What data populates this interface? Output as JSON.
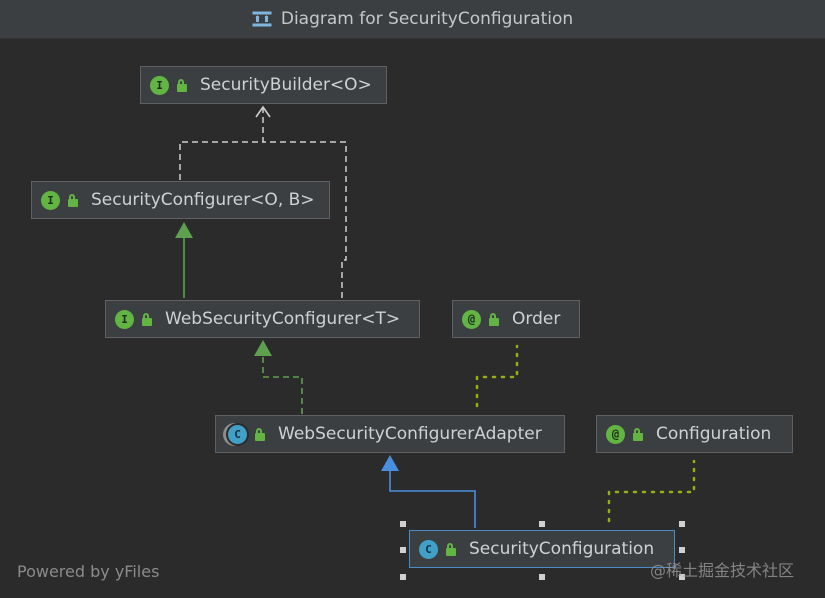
{
  "window": {
    "title": "Diagram for SecurityConfiguration",
    "title_icon": "diagram-icon"
  },
  "nodes": {
    "security_builder": {
      "label": "SecurityBuilder<O>",
      "kind": "interface",
      "kind_glyph": "I"
    },
    "security_configurer": {
      "label": "SecurityConfigurer<O, B>",
      "kind": "interface",
      "kind_glyph": "I"
    },
    "web_security_configurer": {
      "label": "WebSecurityConfigurer<T>",
      "kind": "interface",
      "kind_glyph": "I"
    },
    "order": {
      "label": "Order",
      "kind": "annotation",
      "kind_glyph": "@"
    },
    "web_security_configurer_adapter": {
      "label": "WebSecurityConfigurerAdapter",
      "kind": "abstract-class",
      "kind_glyph": "C"
    },
    "configuration": {
      "label": "Configuration",
      "kind": "annotation",
      "kind_glyph": "@"
    },
    "security_configuration": {
      "label": "SecurityConfiguration",
      "kind": "class",
      "kind_glyph": "C",
      "selected": true
    }
  },
  "edges": [
    {
      "from": "security_configurer",
      "to": "security_builder",
      "style": "dashed",
      "color": "#cfcfcf"
    },
    {
      "from": "web_security_configurer",
      "to": "security_builder",
      "style": "dashed",
      "color": "#cfcfcf"
    },
    {
      "from": "web_security_configurer",
      "to": "security_configurer",
      "style": "solid",
      "color": "#5fa04e"
    },
    {
      "from": "web_security_configurer_adapter",
      "to": "web_security_configurer",
      "style": "dashed",
      "color": "#5fa04e"
    },
    {
      "from": "web_security_configurer_adapter",
      "to": "order",
      "style": "dotted",
      "color": "#9aae12"
    },
    {
      "from": "security_configuration",
      "to": "web_security_configurer_adapter",
      "style": "solid",
      "color": "#4a8ee0"
    },
    {
      "from": "security_configuration",
      "to": "configuration",
      "style": "dotted",
      "color": "#9aae12"
    }
  ],
  "colors": {
    "background": "#2b2b2b",
    "node_bg": "#3c3f41",
    "implements": "#5fa04e",
    "extends": "#4a8ee0",
    "annotation_link": "#9aae12",
    "selected_border": "#4a8cc7"
  },
  "footer": {
    "powered_by": "Powered by yFiles",
    "watermark": "@稀土掘金技术社区"
  }
}
